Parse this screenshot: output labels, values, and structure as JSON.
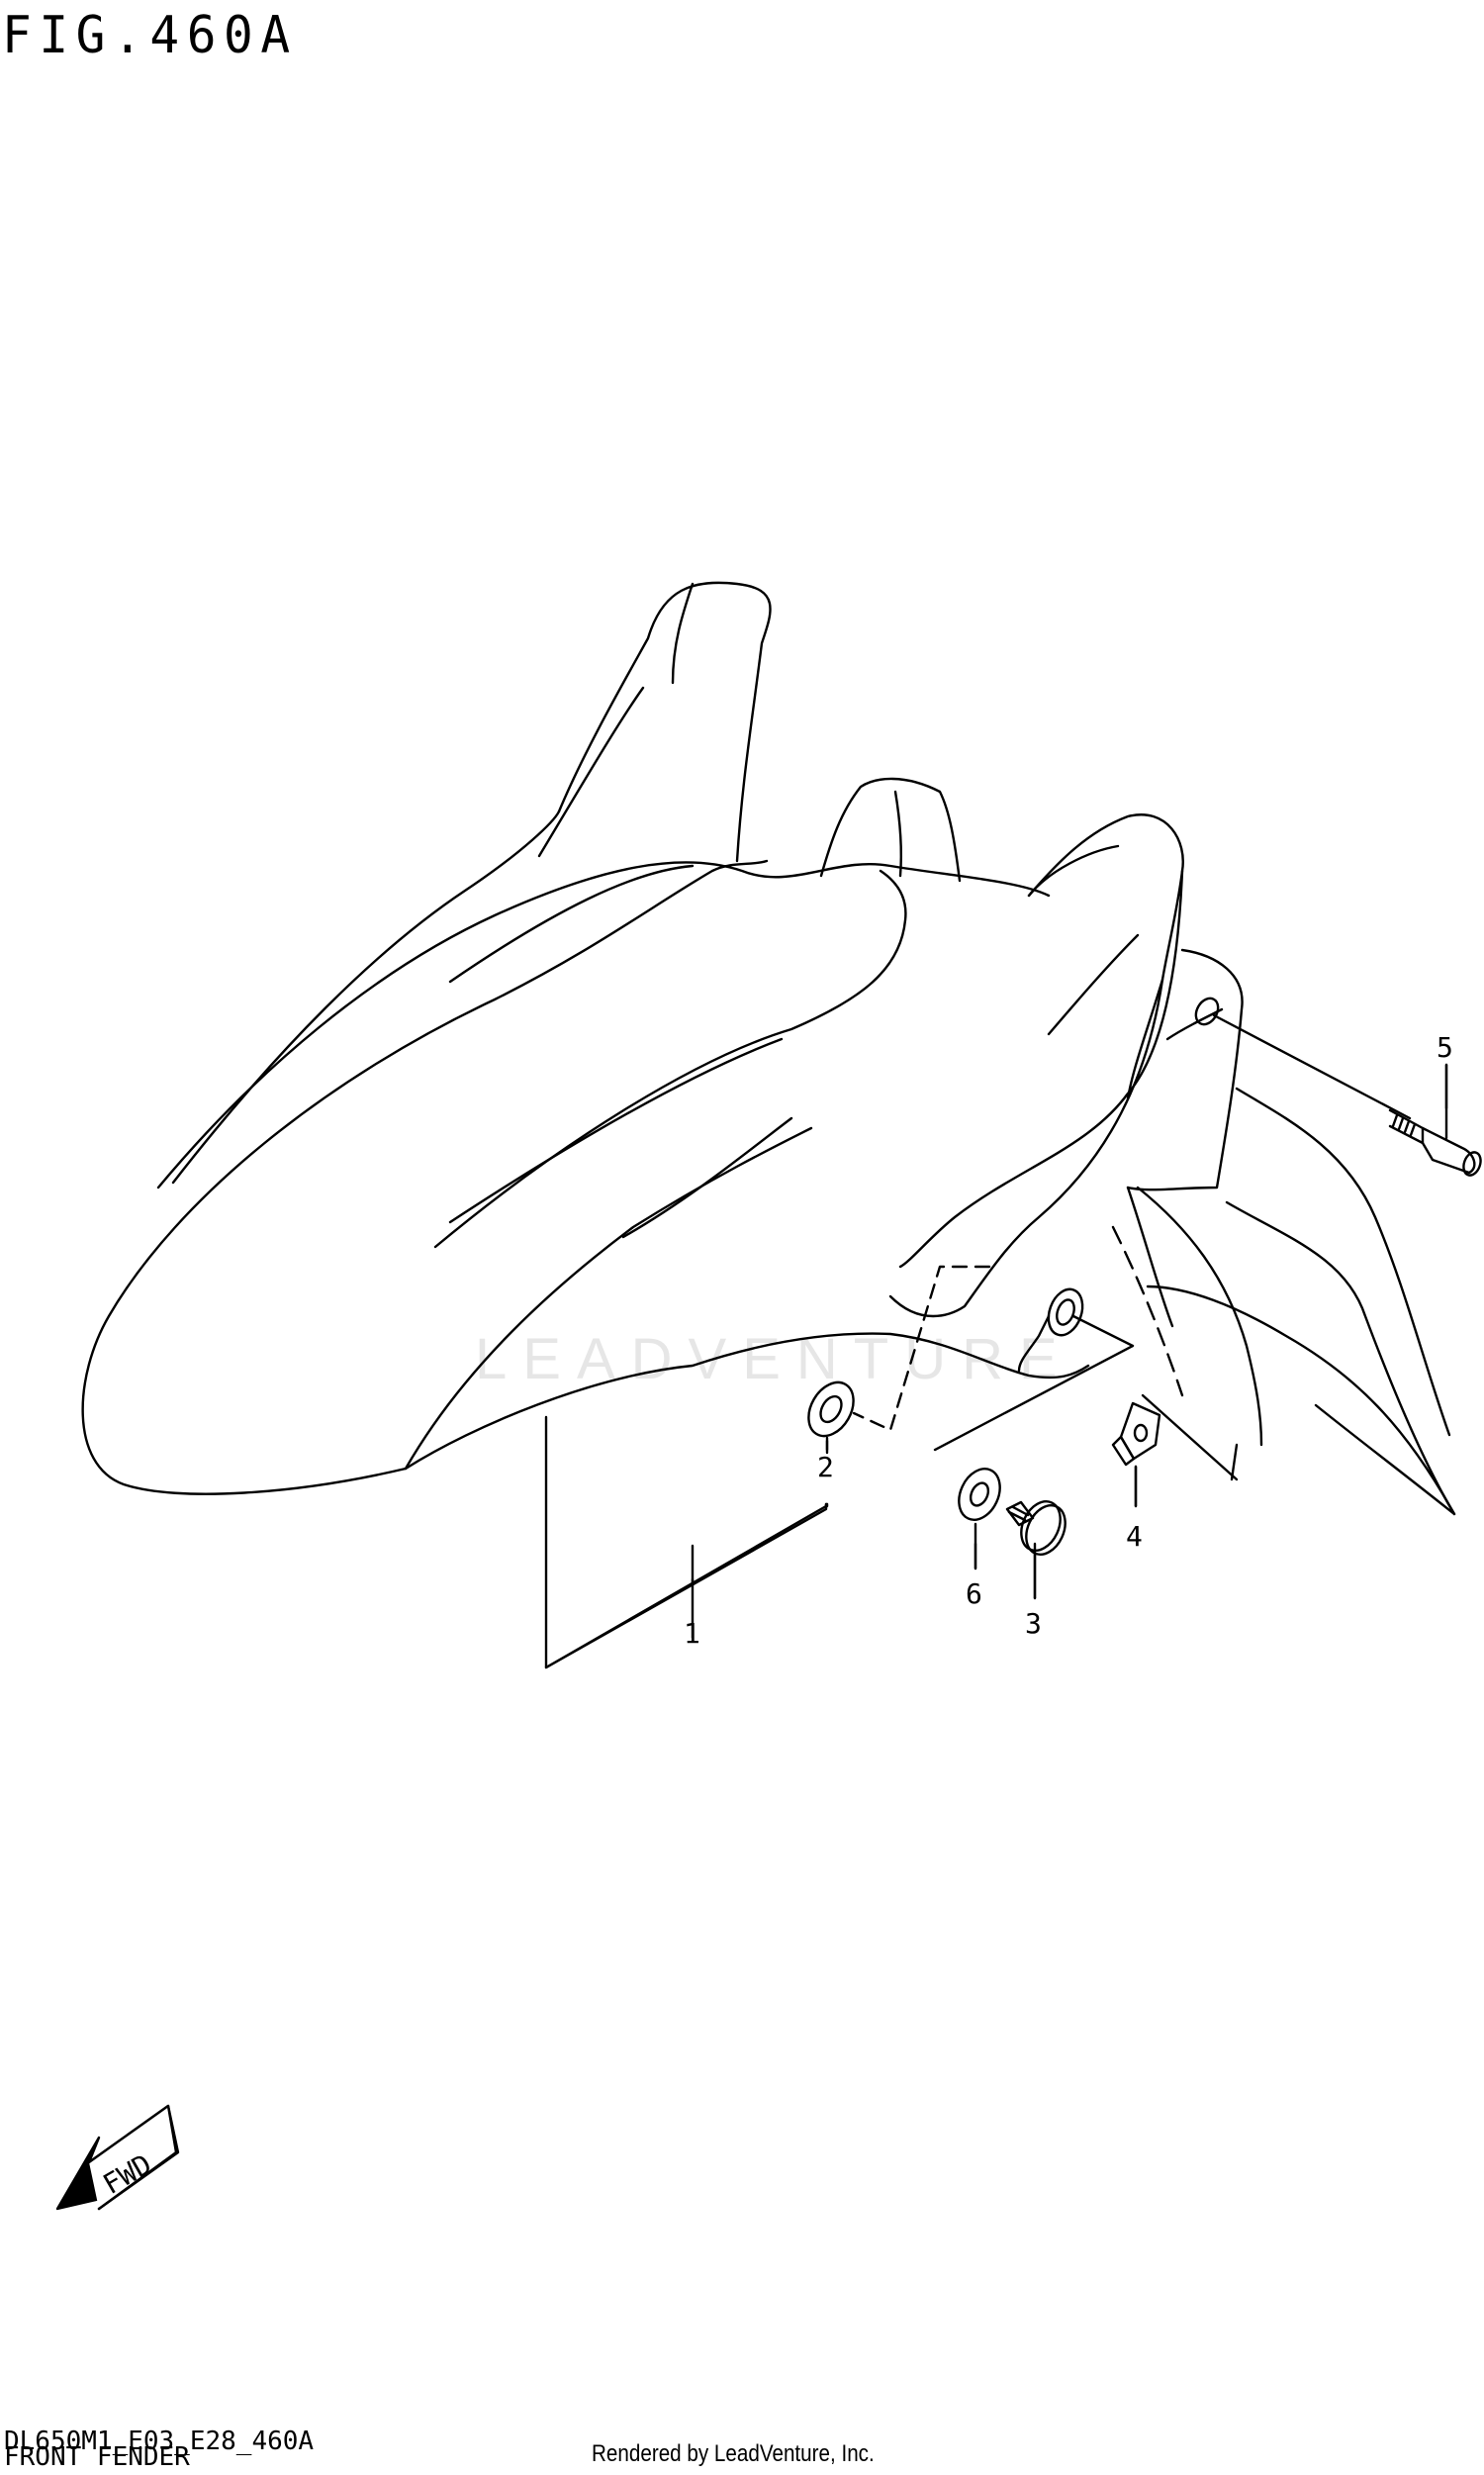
{
  "figure": {
    "title": "FIG.460A"
  },
  "callouts": [
    "1",
    "2",
    "3",
    "4",
    "5",
    "6"
  ],
  "fwd_label": "FWD",
  "footer": {
    "code": "DL650M1_E03_E28_460A",
    "name": "FRONT FENDER",
    "rendered_by": "Rendered by LeadVenture, Inc."
  },
  "watermark": "LEADVENTURE"
}
